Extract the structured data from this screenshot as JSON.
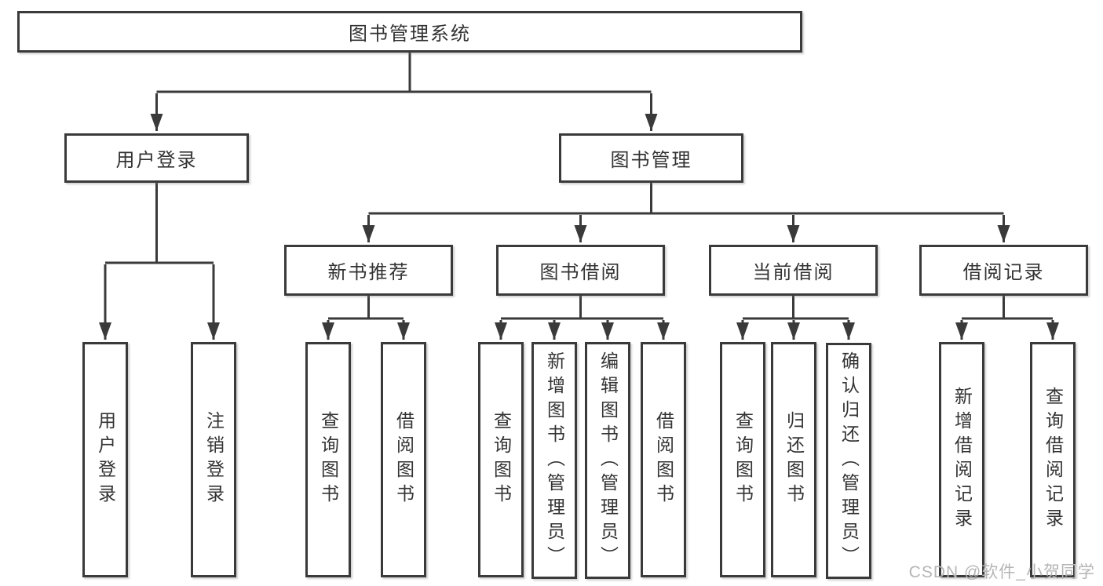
{
  "tree": {
    "root": {
      "label": "图书管理系统"
    },
    "user_login": {
      "label": "用户登录",
      "children": {
        "login": {
          "label": "用户登录"
        },
        "logout": {
          "label": "注销登录"
        }
      }
    },
    "book_management": {
      "label": "图书管理",
      "new_book": {
        "label": "新书推荐",
        "children": {
          "query": {
            "label": "查询图书"
          },
          "borrow": {
            "label": "借阅图书"
          }
        }
      },
      "book_borrow": {
        "label": "图书借阅",
        "children": {
          "query": {
            "label": "查询图书"
          },
          "add": {
            "label": "新增图书（管理员）"
          },
          "edit": {
            "label": "编辑图书（管理员）"
          },
          "borrow": {
            "label": "借阅图书"
          }
        }
      },
      "current_borrow": {
        "label": "当前借阅",
        "children": {
          "query": {
            "label": "查询图书"
          },
          "return": {
            "label": "归还图书"
          },
          "confirm": {
            "label": "确认归还（管理员）"
          }
        }
      },
      "borrow_record": {
        "label": "借阅记录",
        "children": {
          "add": {
            "label": "新增借阅记录"
          },
          "query": {
            "label": "查询借阅记录"
          }
        }
      }
    }
  },
  "watermark": {
    "text": "CSDN @软件_小贺同学"
  },
  "colors": {
    "line": "#3a3a3a",
    "box_border": "#3a3a3a",
    "box_fill": "#ffffff",
    "label_text": "#333333",
    "background": "#ffffff",
    "watermark_text": "#b5b5b5"
  }
}
